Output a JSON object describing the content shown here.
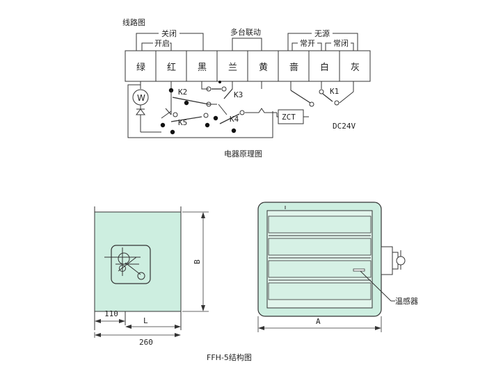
{
  "top": {
    "title": "线路图",
    "groups": {
      "close": "关闭",
      "open": "开启",
      "linkage": "多台联动",
      "passive": "无源",
      "normally_open": "常开",
      "normally_closed": "常闭"
    },
    "terminals": [
      "绿",
      "红",
      "黑",
      "兰",
      "黄",
      "啬",
      "白",
      "灰"
    ],
    "labels": {
      "w": "W",
      "k1": "K1",
      "k2": "K2",
      "k3": "K3",
      "k4": "K4",
      "k5": "K5",
      "zct": "ZCT",
      "dc": "DC24V"
    },
    "caption": "电器原理图"
  },
  "bottom": {
    "dims": {
      "d110": "110",
      "L": "L",
      "d260": "260",
      "B": "B",
      "A": "A"
    },
    "sensor": "温感器",
    "caption": "FFH-5结构图"
  },
  "colors": {
    "panel": "#cdeee0",
    "line": "#333333"
  }
}
